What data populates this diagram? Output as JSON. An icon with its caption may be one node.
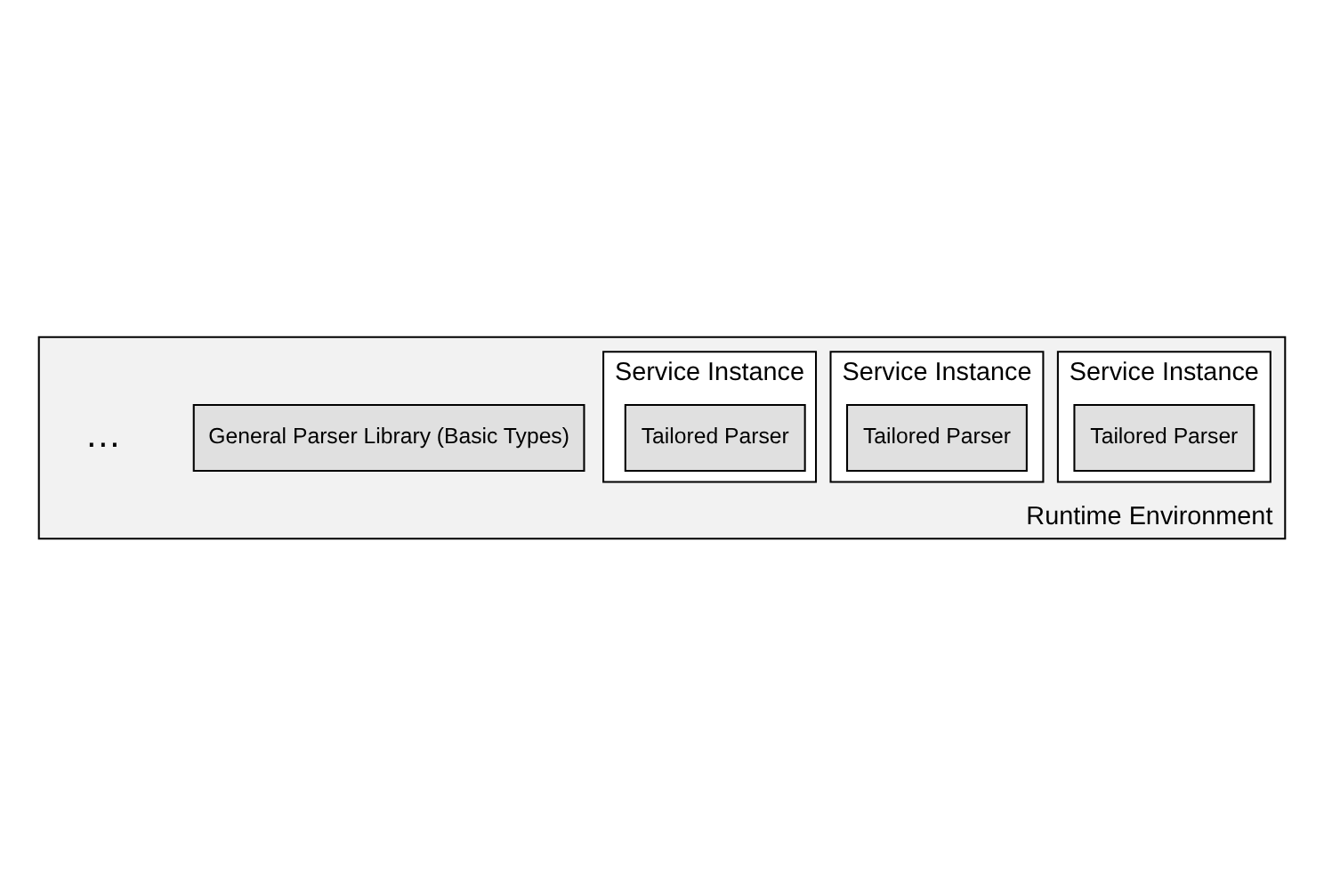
{
  "diagram": {
    "nodes": [
      {
        "text": [
          "Runtime Environment"
        ]
      },
      {
        "text": [
          "General Parser Library (Basic Types)"
        ],
        "in": 0
      },
      {
        "text": [
          "Service Instance"
        ],
        "in": 0
      },
      {
        "text": [
          "Tailored Parser"
        ],
        "in": 2
      },
      {
        "text": [
          "Service Instance"
        ],
        "in": 0
      },
      {
        "text": [
          "Tailored Parser"
        ],
        "in": 4
      },
      {
        "text": [
          "Service Instance"
        ],
        "in": 0
      },
      {
        "text": [
          "Tailored Parser"
        ],
        "in": 6
      }
    ],
    "labels": [
      "…"
    ]
  }
}
